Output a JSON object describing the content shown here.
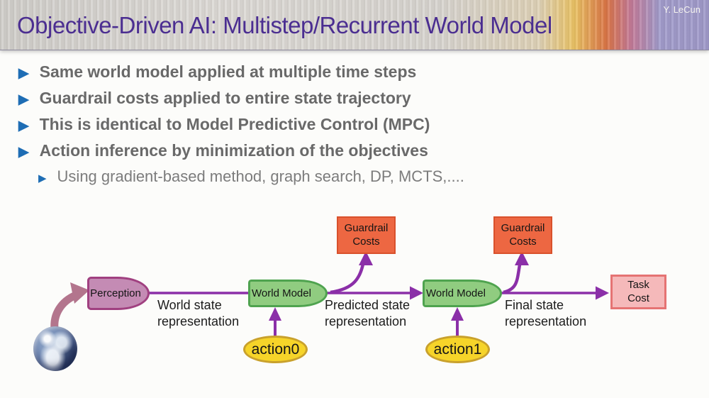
{
  "header": {
    "title": "Objective-Driven AI: Multistep/Recurrent World Model",
    "credit": "Y. LeCun"
  },
  "bullets": {
    "icon": "triangle-right-icon",
    "items": [
      {
        "label": "Same world model applied at multiple time steps"
      },
      {
        "label": "Guardrail costs applied to entire state trajectory"
      },
      {
        "label": "This is identical to Model Predictive Control (MPC)"
      },
      {
        "label": "Action inference by minimization of the objectives"
      }
    ],
    "sub_item": "Using gradient-based method, graph search, DP, MCTS,...."
  },
  "diagram": {
    "earth_icon": "earth-globe-photo",
    "perception": {
      "label": "Perception"
    },
    "world_models": [
      {
        "label": "World Model"
      },
      {
        "label": "World Model"
      }
    ],
    "guardrails": [
      {
        "line1": "Guardrail",
        "line2": "Costs"
      },
      {
        "line1": "Guardrail",
        "line2": "Costs"
      }
    ],
    "task_cost": {
      "line1": "Task",
      "line2": "Cost"
    },
    "actions": [
      {
        "label": "action0"
      },
      {
        "label": "action1"
      }
    ],
    "edge_labels": [
      {
        "line1": "World state",
        "line2": "representation"
      },
      {
        "line1": "Predicted state",
        "line2": "representation"
      },
      {
        "line1": "Final state",
        "line2": "representation"
      }
    ]
  },
  "colors": {
    "title_text": "#4b2e91",
    "bullet_marker": "#1e6db4",
    "bullet_text": "#696969",
    "arrow_purple": "#8b2fa8",
    "earth_arrow": "#b3758d",
    "perception_fill": "#c48bb4",
    "perception_border": "#a04080",
    "world_model_fill": "#90cc80",
    "world_model_border": "#4fa34f",
    "guardrail_fill": "#ed6742",
    "guardrail_border": "#d9512c",
    "task_cost_fill": "#f5b9ba",
    "task_cost_border": "#e57373",
    "action_fill": "#f6d429",
    "action_border": "#c9a12c",
    "header_right": "#9b95c7",
    "header_flame": "#d9703f"
  }
}
